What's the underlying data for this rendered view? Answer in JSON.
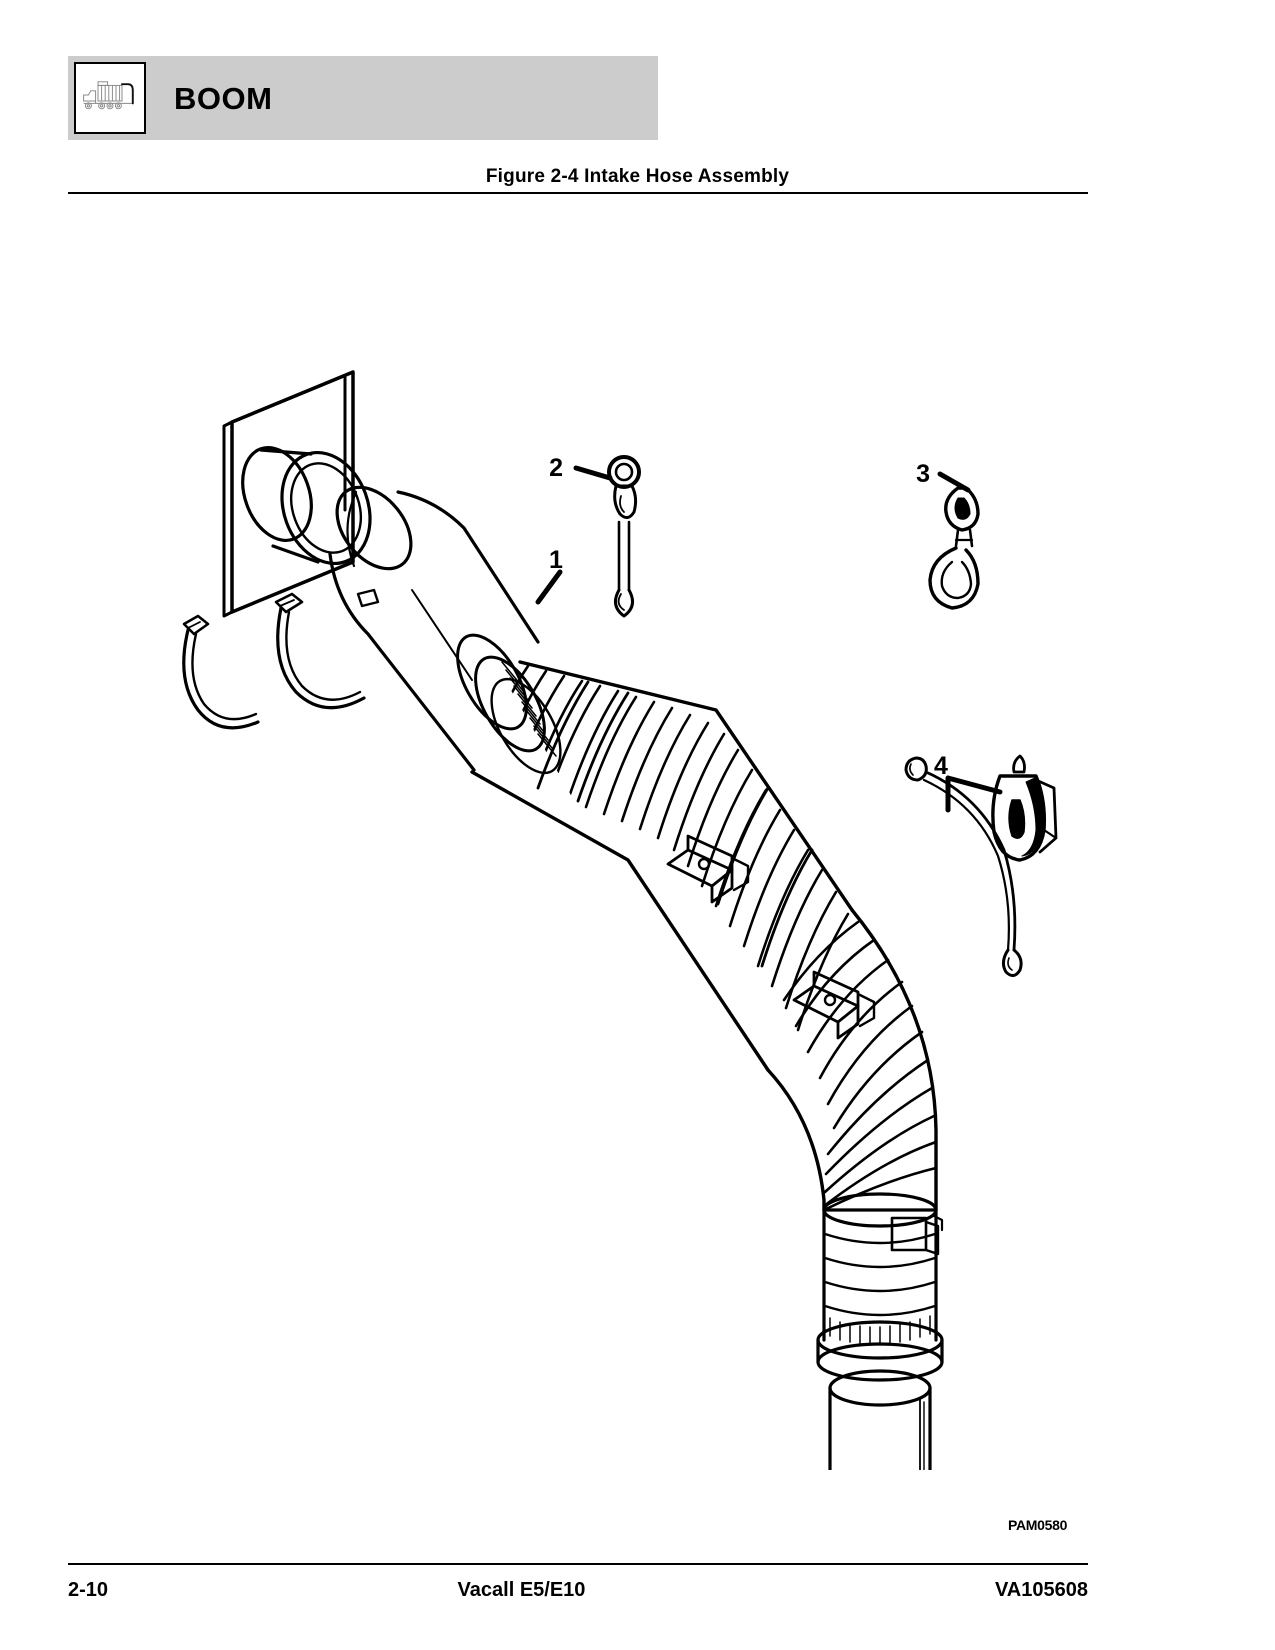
{
  "header": {
    "title": "BOOM",
    "icon": "vacuum-truck-boom-icon"
  },
  "figure": {
    "title": "Figure 2-4 Intake Hose Assembly",
    "drawing_ref": "PAM0580"
  },
  "callouts": [
    {
      "number": "1",
      "part": "intake-hose"
    },
    {
      "number": "2",
      "part": "cable-lanyard-with-hook"
    },
    {
      "number": "3",
      "part": "snap-hook"
    },
    {
      "number": "4",
      "part": "pulley-block"
    }
  ],
  "footer": {
    "page": "2-10",
    "model": "Vacall E5/E10",
    "part_number": "VA105608"
  },
  "colors": {
    "header_band": "#cccccc",
    "line": "#000000",
    "page": "#ffffff"
  }
}
